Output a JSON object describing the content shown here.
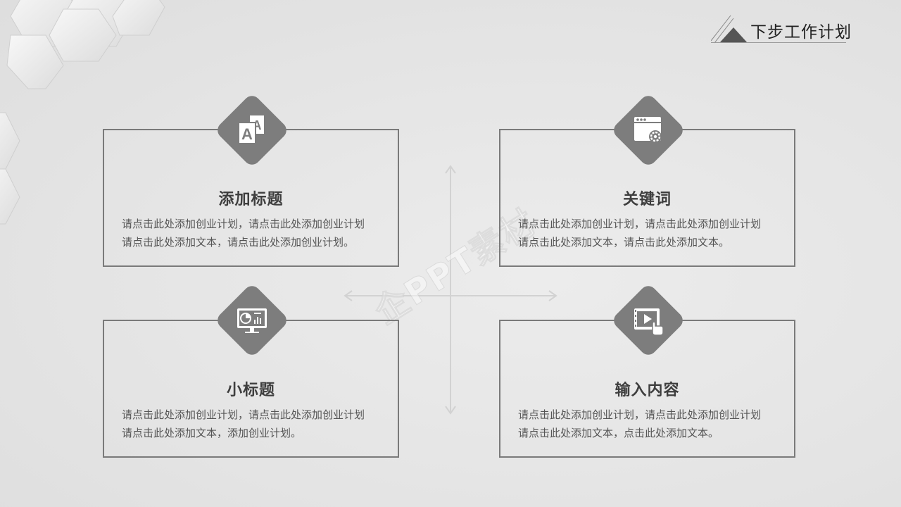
{
  "header": {
    "title": "下步工作计划"
  },
  "watermark": "企PPT素材",
  "cards": [
    {
      "title": "添加标题",
      "lines": [
        "请点击此处添加创业计划，请点击此处添加创业计划",
        "请点击此处添加文本，请点击此处添加创业计划。"
      ],
      "icon": "font-icon"
    },
    {
      "title": "关键词",
      "lines": [
        "请点击此处添加创业计划，请点击此处添加创业计划",
        "请点击此处添加文本，请点击此处添加文本。"
      ],
      "icon": "browser-settings-icon"
    },
    {
      "title": "小标题",
      "lines": [
        "请点击此处添加创业计划，请点击此处添加创业计划",
        "请点击此处添加文本，添加创业计划。"
      ],
      "icon": "monitor-chart-icon"
    },
    {
      "title": "输入内容",
      "lines": [
        "请点击此处添加创业计划，请点击此处添加创业计划",
        "请点击此处添加文本，点击此处添加文本。"
      ],
      "icon": "video-click-icon"
    }
  ],
  "colors": {
    "accent": "#7d7d7d",
    "border": "#7a7a7a",
    "background": "#e6e6e6"
  }
}
